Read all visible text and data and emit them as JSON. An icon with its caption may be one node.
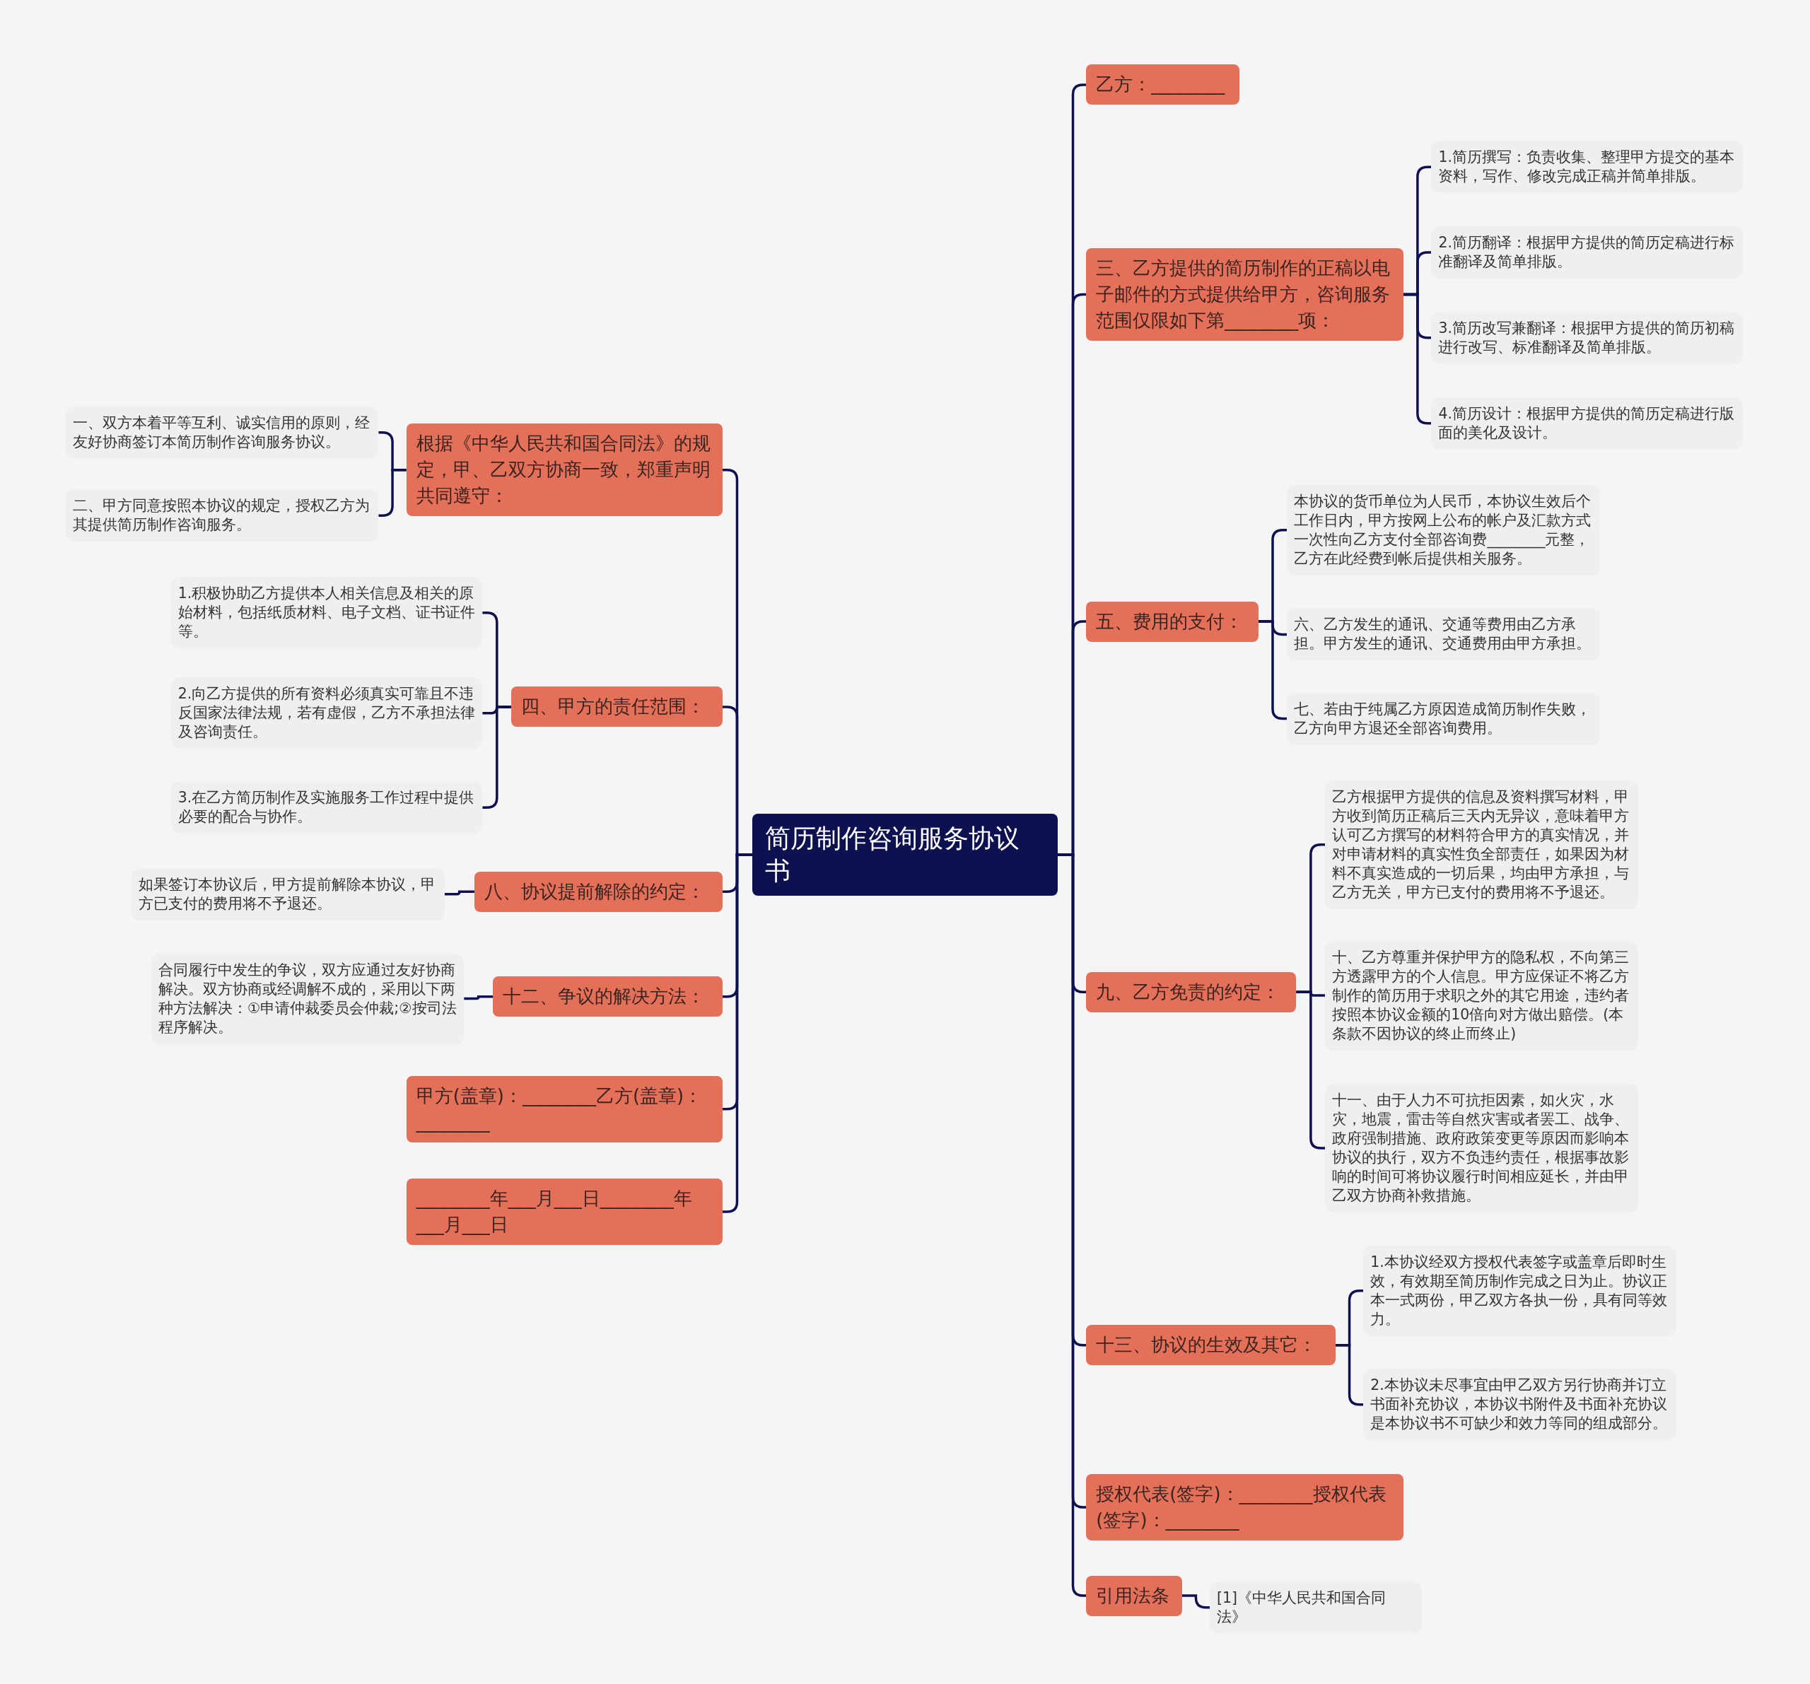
{
  "diagram": {
    "nodes": [
      {
        "text": [
          "简历制作咨询服务协议书"
        ]
      },
      {
        "text": [
          "根据《中华人民共和国合同法》的规定，甲、乙双方协商一致，郑重声明共同遵守："
        ]
      },
      {
        "text": [
          "一、双方本着平等互利、诚实信用的原则，经友好协商签订本简历制作咨询服务协议。"
        ]
      },
      {
        "text": [
          "二、甲方同意按照本协议的规定，授权乙方为其提供简历制作咨询服务。"
        ]
      },
      {
        "text": [
          "四、甲方的责任范围："
        ]
      },
      {
        "text": [
          "1.积极协助乙方提供本人相关信息及相关的原始材料，包括纸质材料、电子文档、证书证件等。"
        ]
      },
      {
        "text": [
          "2.向乙方提供的所有资料必须真实可靠且不违反国家法律法规，若有虚假，乙方不承担法律及咨询责任。"
        ]
      },
      {
        "text": [
          "3.在乙方简历制作及实施服务工作过程中提供必要的配合与协作。"
        ]
      },
      {
        "text": [
          "八、协议提前解除的约定："
        ]
      },
      {
        "text": [
          "如果签订本协议后，甲方提前解除本协议，甲方已支付的费用将不予退还。"
        ]
      },
      {
        "text": [
          "十二、争议的解决方法："
        ]
      },
      {
        "text": [
          "合同履行中发生的争议，双方应通过友好协商解决。双方协商或经调解不成的，采用以下两种方法解决：①申请仲裁委员会仲裁;②按司法程序解决。"
        ]
      },
      {
        "text": [
          "甲方(盖章)：________乙方(盖章)：________"
        ]
      },
      {
        "text": [
          "________年___月___日________年___月___日"
        ]
      },
      {
        "text": [
          "乙方：________"
        ]
      },
      {
        "text": [
          "三、乙方提供的简历制作的正稿以电子邮件的方式提供给甲方，咨询服务范围仅限如下第________项："
        ]
      },
      {
        "text": [
          "1.简历撰写：负责收集、整理甲方提交的基本资料，写作、修改完成正稿并简单排版。"
        ]
      },
      {
        "text": [
          "2.简历翻译：根据甲方提供的简历定稿进行标准翻译及简单排版。"
        ]
      },
      {
        "text": [
          "3.简历改写兼翻译：根据甲方提供的简历初稿进行改写、标准翻译及简单排版。"
        ]
      },
      {
        "text": [
          "4.简历设计：根据甲方提供的简历定稿进行版面的美化及设计。"
        ]
      },
      {
        "text": [
          "五、费用的支付："
        ]
      },
      {
        "text": [
          "本协议的货币单位为人民币，本协议生效后个工作日内，甲方按网上公布的帐户及汇款方式一次性向乙方支付全部咨询费________元整，乙方在此经费到帐后提供相关服务。"
        ]
      },
      {
        "text": [
          "六、乙方发生的通讯、交通等费用由乙方承担。甲方发生的通讯、交通费用由甲方承担。"
        ]
      },
      {
        "text": [
          "七、若由于纯属乙方原因造成简历制作失败，乙方向甲方退还全部咨询费用。"
        ]
      },
      {
        "text": [
          "九、乙方免责的约定："
        ]
      },
      {
        "text": [
          "乙方根据甲方提供的信息及资料撰写材料，甲方收到简历正稿后三天内无异议，意味着甲方认可乙方撰写的材料符合甲方的真实情况，并对申请材料的真实性负全部责任，如果因为材料不真实造成的一切后果，均由甲方承担，与乙方无关，甲方已支付的费用将不予退还。"
        ]
      },
      {
        "text": [
          "十、乙方尊重并保护甲方的隐私权，不向第三方透露甲方的个人信息。甲方应保证不将乙方制作的简历用于求职之外的其它用途，违约者按照本协议金额的10倍向对方做出赔偿。(本条款不因协议的终止而终止)"
        ]
      },
      {
        "text": [
          "十一、由于人力不可抗拒因素，如火灾，水灾，地震，雷击等自然灾害或者罢工、战争、政府强制措施、政府政策变更等原因而影响本协议的执行，双方不负违约责任，根据事故影响的时间可将协议履行时间相应延长，并由甲乙双方协商补救措施。"
        ]
      },
      {
        "text": [
          "十三、协议的生效及其它："
        ]
      },
      {
        "text": [
          "1.本协议经双方授权代表签字或盖章后即时生效，有效期至简历制作完成之日为止。协议正本一式两份，甲乙双方各执一份，具有同等效力。"
        ]
      },
      {
        "text": [
          "2.本协议未尽事宜由甲乙双方另行协商并订立书面补充协议，本协议书附件及书面补充协议是本协议书不可缺少和效力等同的组成部分。"
        ]
      },
      {
        "text": [
          "授权代表(签字)：________授权代表(签字)：________"
        ]
      },
      {
        "text": [
          "引用法条"
        ]
      },
      {
        "text": [
          "[1]《中华人民共和国合同法》"
        ]
      }
    ],
    "edges": [
      {
        "from": 0,
        "to": 1,
        "arrow": "none"
      },
      {
        "from": 1,
        "to": 2,
        "arrow": "none"
      },
      {
        "from": 1,
        "to": 3,
        "arrow": "none"
      },
      {
        "from": 0,
        "to": 4,
        "arrow": "none"
      },
      {
        "from": 4,
        "to": 5,
        "arrow": "none"
      },
      {
        "from": 4,
        "to": 6,
        "arrow": "none"
      },
      {
        "from": 4,
        "to": 7,
        "arrow": "none"
      },
      {
        "from": 0,
        "to": 8,
        "arrow": "none"
      },
      {
        "from": 8,
        "to": 9,
        "arrow": "none"
      },
      {
        "from": 0,
        "to": 10,
        "arrow": "none"
      },
      {
        "from": 10,
        "to": 11,
        "arrow": "none"
      },
      {
        "from": 0,
        "to": 12,
        "arrow": "none"
      },
      {
        "from": 0,
        "to": 13,
        "arrow": "none"
      },
      {
        "from": 0,
        "to": 14,
        "arrow": "none"
      },
      {
        "from": 0,
        "to": 15,
        "arrow": "none"
      },
      {
        "from": 15,
        "to": 16,
        "arrow": "none"
      },
      {
        "from": 15,
        "to": 17,
        "arrow": "none"
      },
      {
        "from": 15,
        "to": 18,
        "arrow": "none"
      },
      {
        "from": 15,
        "to": 19,
        "arrow": "none"
      },
      {
        "from": 0,
        "to": 20,
        "arrow": "none"
      },
      {
        "from": 20,
        "to": 21,
        "arrow": "none"
      },
      {
        "from": 20,
        "to": 22,
        "arrow": "none"
      },
      {
        "from": 20,
        "to": 23,
        "arrow": "none"
      },
      {
        "from": 0,
        "to": 24,
        "arrow": "none"
      },
      {
        "from": 24,
        "to": 25,
        "arrow": "none"
      },
      {
        "from": 24,
        "to": 26,
        "arrow": "none"
      },
      {
        "from": 24,
        "to": 27,
        "arrow": "none"
      },
      {
        "from": 0,
        "to": 28,
        "arrow": "none"
      },
      {
        "from": 28,
        "to": 29,
        "arrow": "none"
      },
      {
        "from": 28,
        "to": 30,
        "arrow": "none"
      },
      {
        "from": 0,
        "to": 31,
        "arrow": "none"
      },
      {
        "from": 0,
        "to": 32,
        "arrow": "none"
      },
      {
        "from": 32,
        "to": 33,
        "arrow": "none"
      }
    ]
  }
}
